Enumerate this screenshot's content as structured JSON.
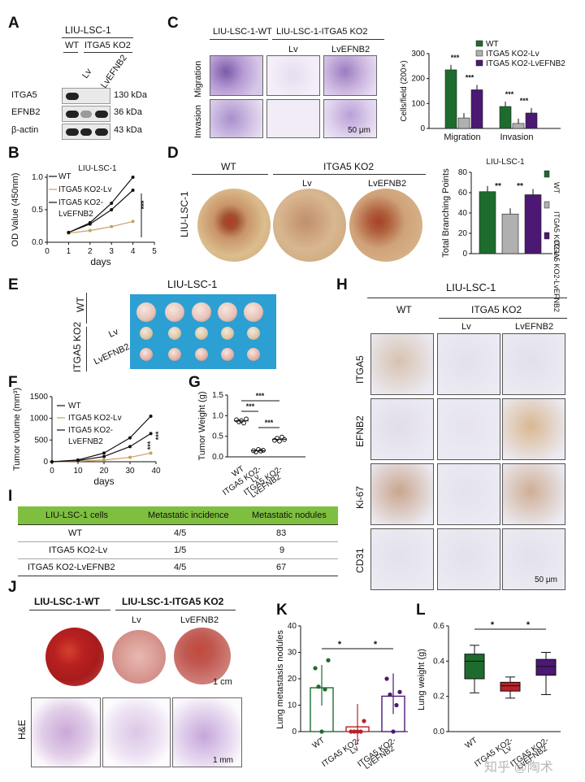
{
  "panel_letters": [
    "A",
    "B",
    "C",
    "D",
    "E",
    "F",
    "G",
    "H",
    "I",
    "J",
    "K",
    "L"
  ],
  "colors": {
    "wt": "#1e6b2e",
    "lv": "#b0b0b0",
    "lvefnb2": "#4b1873",
    "orange": "#c8a060",
    "red": "#b8202a",
    "table_green": "#7fbf3f"
  },
  "panelA": {
    "cell_line": "LIU-LSC-1",
    "wt": "WT",
    "ko": "ITGA5 KO2",
    "lv": "Lv",
    "lvefnb2": "LvEFNB2",
    "rows": [
      {
        "name": "ITGA5",
        "size": "130 kDa"
      },
      {
        "name": "EFNB2",
        "size": "36 kDa"
      },
      {
        "name": "β-actin",
        "size": "43 kDa"
      }
    ]
  },
  "panelC": {
    "header_wt": "LIU-LSC-1-WT",
    "header_ko": "LIU-LSC-1-ITGA5 KO2",
    "lv": "Lv",
    "lvefnb2": "LvEFNB2",
    "row_migration": "Migration",
    "row_invasion": "Invasion",
    "scale": "50 μm"
  },
  "panelD": {
    "wt": "WT",
    "ko": "ITGA5 KO2",
    "lv": "Lv",
    "lvefnb2": "LvEFNB2",
    "row_label": "LIU-LSC-1"
  },
  "panelE": {
    "title": "LIU-LSC-1",
    "wt": "WT",
    "ko": "ITGA5 KO2",
    "lv": "Lv",
    "lvefnb2": "LvEFNB2"
  },
  "panelH": {
    "title": "LIU-LSC-1",
    "wt": "WT",
    "ko": "ITGA5 KO2",
    "lv": "Lv",
    "lvefnb2": "LvEFNB2",
    "rows": [
      "ITGA5",
      "EFNB2",
      "Ki-67",
      "CD31"
    ],
    "scale": "50 μm"
  },
  "panelI": {
    "headers": [
      "LIU-LSC-1 cells",
      "Metastatic incidence",
      "Metastatic nodules"
    ],
    "rows": [
      [
        "WT",
        "4/5",
        "83"
      ],
      [
        "ITGA5 KO2-Lv",
        "1/5",
        "9"
      ],
      [
        "ITGA5 KO2-LvEFNB2",
        "4/5",
        "67"
      ]
    ]
  },
  "panelJ": {
    "wt": "LIU-LSC-1-WT",
    "ko": "LIU-LSC-1-ITGA5 KO2",
    "lv": "Lv",
    "lvefnb2": "LvEFNB2",
    "scale_top": "1 cm",
    "he": "H&E",
    "scale_bottom": "1 mm"
  },
  "watermark": "知乎 @陶术",
  "chart_data": [
    {
      "panel": "B",
      "type": "line",
      "title": "LIU-LSC-1",
      "xlabel": "days",
      "ylabel": "OD Value (450nm)",
      "x": [
        1,
        2,
        3,
        4
      ],
      "xlim": [
        0,
        5
      ],
      "ylim": [
        0,
        1.0
      ],
      "xticks": [
        "0",
        "1",
        "2",
        "3",
        "4",
        "5"
      ],
      "yticks": [
        "0.0",
        "0.5",
        "1.0"
      ],
      "legend": [
        "WT",
        "ITGA5 KO2-Lv",
        "ITGA5 KO2-LvEFNB2"
      ],
      "legend_lines": [
        "WT",
        "ITGA5 KO2-Lv",
        "ITGA5 KO2-",
        "LvEFNB2"
      ],
      "series": [
        {
          "name": "WT",
          "values": [
            0.15,
            0.3,
            0.6,
            1.0
          ]
        },
        {
          "name": "ITGA5 KO2-Lv",
          "values": [
            0.14,
            0.18,
            0.24,
            0.32
          ]
        },
        {
          "name": "ITGA5 KO2-LvEFNB2",
          "values": [
            0.15,
            0.28,
            0.5,
            0.8
          ]
        }
      ],
      "significance": "***"
    },
    {
      "panel": "C",
      "type": "bar",
      "ylabel": "Cells/field (200×)",
      "categories": [
        "Migration",
        "Invasion"
      ],
      "ylim": [
        0,
        300
      ],
      "yticks": [
        "0",
        "100",
        "200",
        "300"
      ],
      "legend": [
        "WT",
        "ITGA5 KO2-Lv",
        "ITGA5 KO2-LvEFNB2"
      ],
      "series": [
        {
          "name": "WT",
          "values": [
            235,
            88
          ]
        },
        {
          "name": "ITGA5 KO2-Lv",
          "values": [
            42,
            20
          ]
        },
        {
          "name": "ITGA5 KO2-LvEFNB2",
          "values": [
            155,
            62
          ]
        }
      ],
      "significance": "***"
    },
    {
      "panel": "D",
      "type": "bar",
      "title": "LIU-LSC-1",
      "ylabel": "Total Branching Points",
      "categories": [
        "WT",
        "ITGA5 KO2-Lv",
        "ITGA5 KO2-LvEFNB2"
      ],
      "values": [
        61,
        39,
        58
      ],
      "ylim": [
        0,
        80
      ],
      "yticks": [
        "0",
        "20",
        "40",
        "60",
        "80"
      ],
      "significance": "**"
    },
    {
      "panel": "F",
      "type": "line",
      "xlabel": "days",
      "ylabel": "Tumor volume (mm³)",
      "x": [
        0,
        10,
        20,
        30,
        38
      ],
      "xlim": [
        0,
        40
      ],
      "ylim": [
        0,
        1500
      ],
      "xticks": [
        "0",
        "10",
        "20",
        "30",
        "40"
      ],
      "yticks": [
        "0",
        "500",
        "1000",
        "1500"
      ],
      "legend": [
        "WT",
        "ITGA5 KO2-Lv",
        "ITGA5 KO2-LvEFNB2"
      ],
      "legend_lines": [
        "WT",
        "ITGA5 KO2-Lv",
        "ITGA5 KO2-",
        "LvEFNB2"
      ],
      "series": [
        {
          "name": "WT",
          "values": [
            0,
            40,
            200,
            550,
            1050
          ]
        },
        {
          "name": "ITGA5 KO2-Lv",
          "values": [
            0,
            10,
            40,
            100,
            200
          ]
        },
        {
          "name": "ITGA5 KO2-LvEFNB2",
          "values": [
            0,
            25,
            120,
            350,
            650
          ]
        }
      ],
      "significance": "***"
    },
    {
      "panel": "G",
      "type": "scatter",
      "ylabel": "Tumor Weight (g)",
      "categories": [
        "WT",
        "ITGA5 KO2-Lv",
        "ITGA5 KO2-LvEFNB2"
      ],
      "category_lines": [
        [
          "WT"
        ],
        [
          "ITGA5 KO2-",
          "Lv"
        ],
        [
          "ITGA5 KO2-",
          "LvEFNB2"
        ]
      ],
      "ylim": [
        0,
        1.5
      ],
      "yticks": [
        "0.0",
        "0.5",
        "1.0",
        "1.5"
      ],
      "points": [
        [
          0.9,
          0.85,
          0.88,
          0.82,
          0.92
        ],
        [
          0.15,
          0.12,
          0.18,
          0.14,
          0.16
        ],
        [
          0.4,
          0.45,
          0.38,
          0.48,
          0.42
        ]
      ],
      "significance": "***"
    },
    {
      "panel": "K",
      "type": "bar",
      "ylabel": "Lung metastasis nodules",
      "categories": [
        "WT",
        "ITGA5 KO2-Lv",
        "ITGA5 KO2-LvEFNB2"
      ],
      "category_lines": [
        [
          "WT"
        ],
        [
          "ITGA5 KO2-",
          "Lv"
        ],
        [
          "ITGA5 KO2-",
          "LvEFNB2"
        ]
      ],
      "values": [
        16.6,
        1.8,
        13.4
      ],
      "ylim": [
        0,
        40
      ],
      "yticks": [
        "0",
        "10",
        "20",
        "30",
        "40"
      ],
      "points": [
        [
          24,
          17,
          0,
          16,
          27
        ],
        [
          0,
          0,
          0,
          0,
          4
        ],
        [
          20,
          14,
          0,
          10,
          15
        ]
      ],
      "significance": "*"
    },
    {
      "panel": "L",
      "type": "box",
      "ylabel": "Lung weight (g)",
      "categories": [
        "WT",
        "ITGA5 KO2-Lv",
        "ITGA5 KO2-LvEFNB2"
      ],
      "category_lines": [
        [
          "WT"
        ],
        [
          "ITGA5 KO2-",
          "Lv"
        ],
        [
          "ITGA5 KO2-",
          "LvEFNB2"
        ]
      ],
      "ylim": [
        0,
        0.6
      ],
      "yticks": [
        "0.0",
        "0.2",
        "0.4",
        "0.6"
      ],
      "boxes": [
        [
          0.22,
          0.3,
          0.4,
          0.44,
          0.49
        ],
        [
          0.19,
          0.23,
          0.26,
          0.28,
          0.31
        ],
        [
          0.21,
          0.32,
          0.37,
          0.41,
          0.45
        ]
      ],
      "significance": "*"
    }
  ]
}
